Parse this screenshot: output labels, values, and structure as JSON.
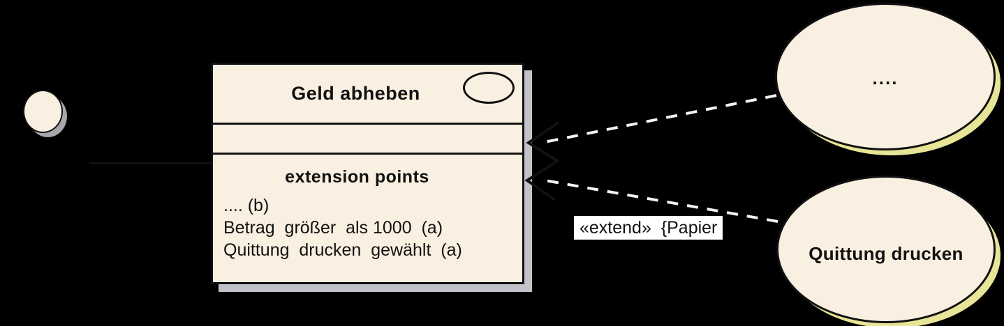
{
  "diagram": {
    "title": "UML Use Case Diagram with extension points",
    "background_color": "#000000",
    "element_fill": "#FAF0E1",
    "stroke_color": "#111111",
    "box_shadow_color": "#C2C2C8",
    "ellipse_shadow_color": "#F4F1A0",
    "label_background": "#FFFFFF"
  },
  "actor": {
    "name": "actor-head",
    "shape": "circle"
  },
  "use_case_box": {
    "title": "Geld  abheben",
    "symbol": "use-case-ellipse-icon",
    "empty_compartment": "",
    "extension_points_heading": "extension  points",
    "extension_points": [
      ".... (b)",
      "Betrag  größer  als 1000  (a)",
      "Quittung  drucken  gewählt  (a)"
    ]
  },
  "use_cases": [
    {
      "id": "ellipse-top",
      "label": "...."
    },
    {
      "id": "ellipse-bottom",
      "label": "Quittung drucken"
    }
  ],
  "relationships": [
    {
      "id": "extend-upper",
      "type": "extend",
      "style": "dashed",
      "arrowhead": "open",
      "label": ""
    },
    {
      "id": "extend-lower",
      "type": "extend",
      "style": "dashed",
      "arrowhead": "open",
      "label": "«extend»  {Papier"
    }
  ],
  "extend_label": "«extend»  {Papier"
}
